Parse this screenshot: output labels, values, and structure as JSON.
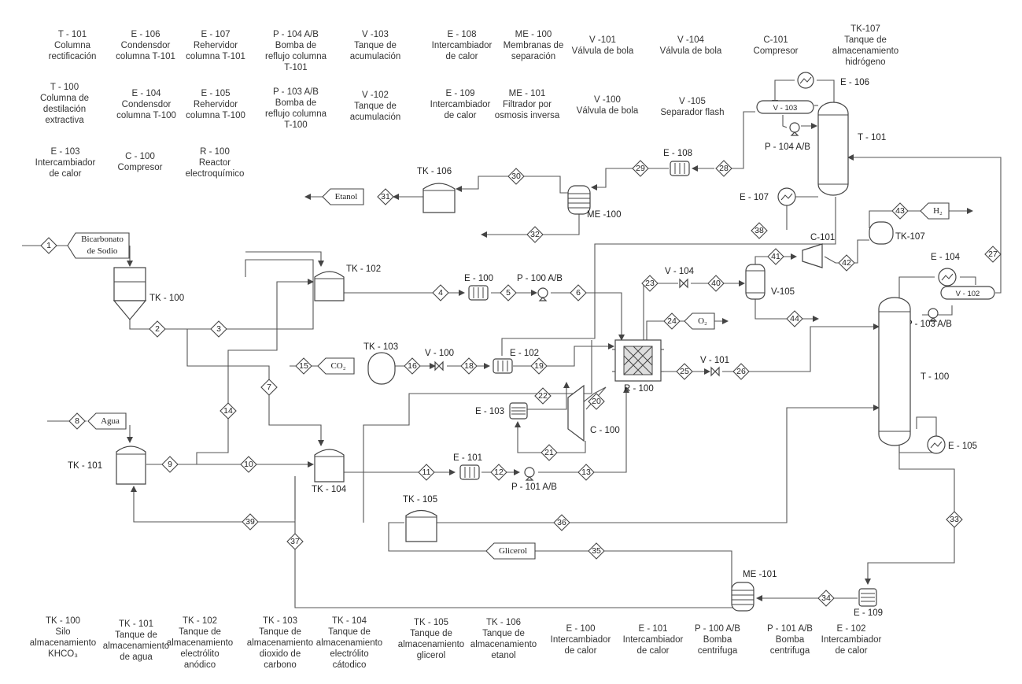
{
  "legend": [
    {
      "id": "t101",
      "text": "T - 101\nColumna\nrectificación"
    },
    {
      "id": "e106",
      "text": "E - 106\nCondensdor\ncolumna T-101"
    },
    {
      "id": "e107",
      "text": "E - 107\nRehervidor\ncolumna T-101"
    },
    {
      "id": "p104",
      "text": "P - 104 A/B\nBomba de\nreflujo columna\nT-101"
    },
    {
      "id": "v103",
      "text": "V -103\nTanque de\nacumulación"
    },
    {
      "id": "e108",
      "text": "E - 108\nIntercambiador\nde calor"
    },
    {
      "id": "me100",
      "text": "ME - 100\nMembranas de\nseparación"
    },
    {
      "id": "v101",
      "text": "V -101\nVálvula de bola"
    },
    {
      "id": "v104",
      "text": "V -104\nVálvula de bola"
    },
    {
      "id": "c101",
      "text": "C-101\nCompresor"
    },
    {
      "id": "tk107",
      "text": "TK-107\nTanque de\nalmacenamiento\nhidrógeno"
    },
    {
      "id": "t100",
      "text": "T - 100\nColumna de\ndestilación\nextractiva"
    },
    {
      "id": "e104",
      "text": "E - 104\nCondensdor\ncolumna T-100"
    },
    {
      "id": "e105",
      "text": "E - 105\nRehervidor\ncolumna T-100"
    },
    {
      "id": "p103",
      "text": "P - 103 A/B\nBomba de\nreflujo columna\nT-100"
    },
    {
      "id": "v102",
      "text": "V -102\nTanque de\nacumulación"
    },
    {
      "id": "e109",
      "text": "E - 109\nIntercambiador\nde calor"
    },
    {
      "id": "me101",
      "text": "ME - 101\nFiltrador por\nosmosis inversa"
    },
    {
      "id": "v100",
      "text": "V -100\nVálvula de bola"
    },
    {
      "id": "v105",
      "text": "V -105\nSeparador flash"
    },
    {
      "id": "e103",
      "text": "E - 103\nIntercambiador\nde calor"
    },
    {
      "id": "c100",
      "text": "C - 100\nCompresor"
    },
    {
      "id": "r100",
      "text": "R - 100\nReactor\nelectroquímico"
    },
    {
      "id": "tk100",
      "text": "TK - 100\nSilo\nalmacenamiento\nKHCO₃"
    },
    {
      "id": "tk101",
      "text": "TK - 101\nTanque de\nalmacenamiento\nde agua"
    },
    {
      "id": "tk102",
      "text": "TK - 102\nTanque de\nalmacenamiento\nelectrólito\nanódico"
    },
    {
      "id": "tk103",
      "text": "TK - 103\nTanque de\nalmacenamiento\ndioxido de\ncarbono"
    },
    {
      "id": "tk104",
      "text": "TK - 104\nTanque de\nalmacenamiento\nelectrólito\ncátodico"
    },
    {
      "id": "tk105",
      "text": "TK - 105\nTanque de\nalmacenamiento\nglicerol"
    },
    {
      "id": "tk106",
      "text": "TK - 106\nTanque de\nalmacenamiento\netanol"
    },
    {
      "id": "e100",
      "text": "E - 100\nIntercambiador\nde calor"
    },
    {
      "id": "e101",
      "text": "E - 101\nIntercambiador\nde calor"
    },
    {
      "id": "p100",
      "text": "P - 100 A/B\nBomba\ncentrifuga"
    },
    {
      "id": "p101",
      "text": "P - 101 A/B\nBomba\ncentrifuga"
    },
    {
      "id": "e102",
      "text": "E - 102\nIntercambiador\nde calor"
    }
  ],
  "tags": {
    "tk100": "TK - 100",
    "tk101": "TK - 101",
    "tk102": "TK - 102",
    "tk103": "TK - 103",
    "tk104": "TK - 104",
    "tk105": "TK - 105",
    "tk106": "TK - 106",
    "tk107": "TK-107",
    "e100": "E - 100",
    "e101": "E - 101",
    "e102": "E - 102",
    "e103": "E - 103",
    "e104": "E - 104",
    "e105": "E - 105",
    "e106": "E - 106",
    "e107": "E - 107",
    "e108": "E - 108",
    "e109": "E - 109",
    "p100": "P - 100 A/B",
    "p101": "P - 101 A/B",
    "p103": "P - 103 A/B",
    "p104": "P - 104 A/B",
    "v100": "V - 100",
    "v101": "V - 101",
    "v102": "V - 102",
    "v103": "V - 103",
    "v104": "V - 104",
    "v105": "V-105",
    "c100": "C - 100",
    "c101": "C-101",
    "r100": "R - 100",
    "t100": "T - 100",
    "t101": "T - 101",
    "me100": "ME -100",
    "me101": "ME -101"
  },
  "flags": {
    "bicarbonato_1": "Bicarbonato",
    "bicarbonato_2": "de Sodio",
    "agua": "Agua",
    "co2": "CO₂",
    "etanol": "Etanol",
    "h2": "H₂",
    "o2": "O₂",
    "glicerol": "Glicerol"
  },
  "streams": [
    "1",
    "2",
    "3",
    "4",
    "5",
    "6",
    "7",
    "8",
    "9",
    "10",
    "11",
    "12",
    "13",
    "14",
    "15",
    "16",
    "18",
    "19",
    "20",
    "21",
    "22",
    "23",
    "24",
    "25",
    "26",
    "27",
    "28",
    "29",
    "30",
    "31",
    "32",
    "33",
    "34",
    "35",
    "36",
    "37",
    "38",
    "39",
    "40",
    "41",
    "42",
    "43",
    "44"
  ]
}
